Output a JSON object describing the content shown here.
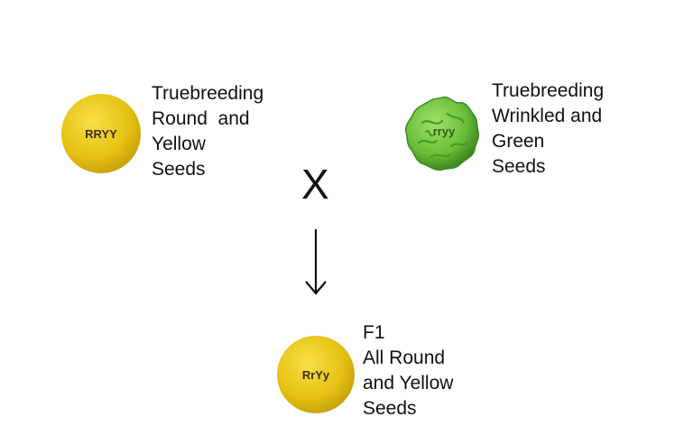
{
  "parent_left": {
    "genotype": "RRYY",
    "lines": [
      "Truebreeding",
      "Round  and",
      "Yellow",
      "Seeds"
    ],
    "color": "#e8c61a"
  },
  "parent_right": {
    "genotype": "rryy",
    "lines": [
      "Truebreeding",
      "Wrinkled and",
      "Green",
      "Seeds"
    ],
    "color": "#6cbf3a"
  },
  "cross_symbol": "X",
  "offspring": {
    "genotype": "RrYy",
    "lines": [
      "F1",
      "All Round",
      "and Yellow",
      "Seeds"
    ],
    "color": "#e8c61a"
  }
}
